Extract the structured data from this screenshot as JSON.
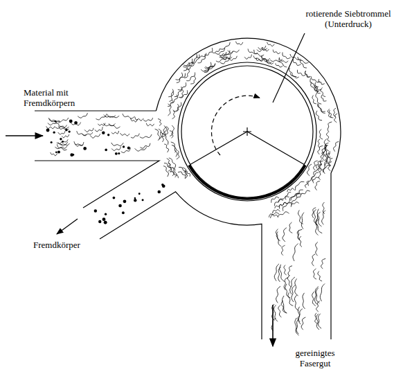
{
  "diagram": {
    "labels": [
      "rotierende Siebtrommel (Unterdruck)",
      "Material mit Fremdkörpern",
      "Fremdkörper",
      "gereinigtes Fasergut"
    ]
  }
}
